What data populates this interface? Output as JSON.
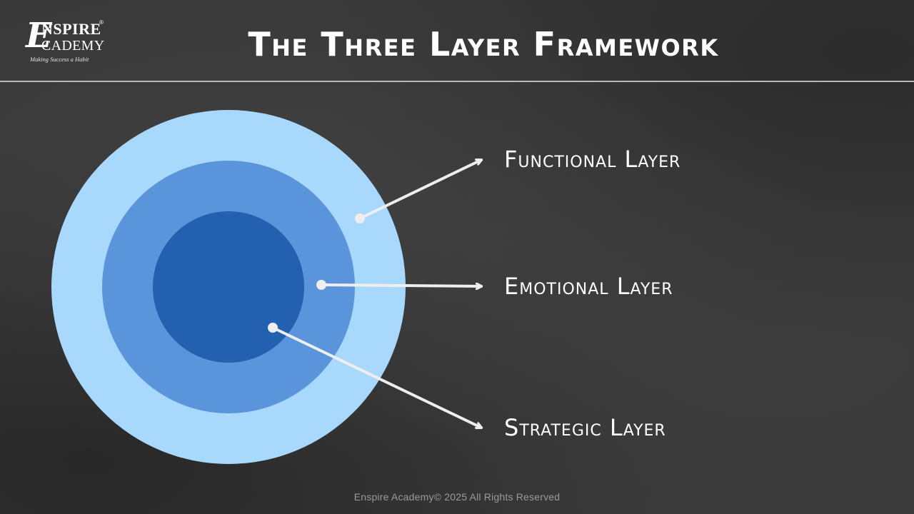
{
  "slide": {
    "title": "The Three Layer Framework",
    "footer": "Enspire Academy© 2025 All Rights Reserved"
  },
  "logo": {
    "letter": "E",
    "line1": "NSPIRE",
    "registered": "®",
    "line2": "CADEMY",
    "tagline": "Making Success a Habit"
  },
  "diagram": {
    "layers": [
      {
        "label": "Functional Layer",
        "color": "#a8d8fb"
      },
      {
        "label": "Emotional Layer",
        "color": "#5a95dc"
      },
      {
        "label": "Strategic Layer",
        "color": "#2360b0"
      }
    ],
    "connector_color": "#eeeeee"
  },
  "theme": {
    "background": "#383838",
    "text": "#ffffff",
    "footer_text": "#9a9a9a"
  }
}
